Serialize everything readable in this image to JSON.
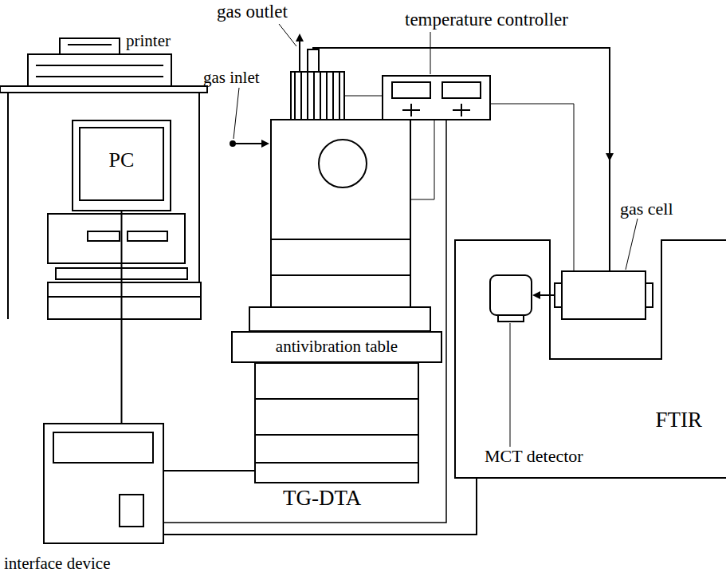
{
  "diagram": {
    "nodes": [
      {
        "text": [
          "PC"
        ]
      },
      {
        "text": [
          "antivibration table"
        ]
      },
      {
        "text": [
          "FTIR"
        ]
      },
      {
        "text": [
          "interface device"
        ]
      }
    ],
    "edges": [
      {
        "from": 0,
        "to": 3,
        "arrow": "none"
      },
      {
        "from": 3,
        "to": 2,
        "arrow": "none"
      }
    ],
    "labels": [
      "gas outlet",
      "temperature controller",
      "printer",
      "gas inlet",
      "gas cell",
      "MCT detector",
      "TG-DTA"
    ]
  }
}
